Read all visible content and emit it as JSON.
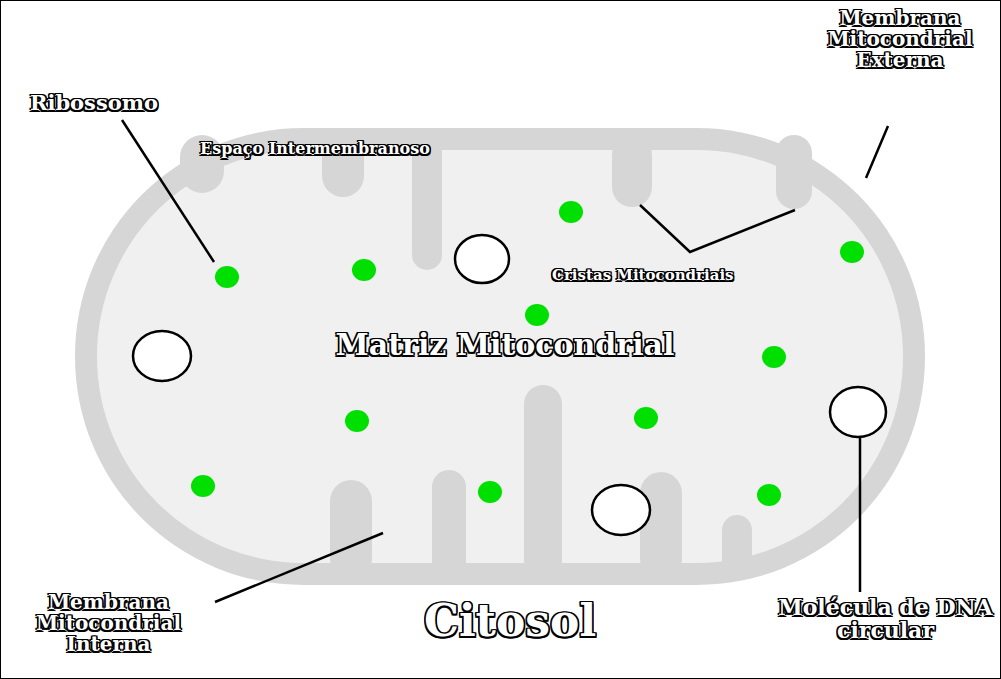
{
  "diagram": {
    "labels": [
      "Ribossomo",
      "Espaço Intermembranoso",
      "Membrana Mitocondrial Externa",
      "Cristas Mitocondriais",
      "Matriz Mitocondrial",
      "Membrana Mitocondrial Interna",
      "Citosol",
      "Molécula de DNA circular"
    ]
  }
}
